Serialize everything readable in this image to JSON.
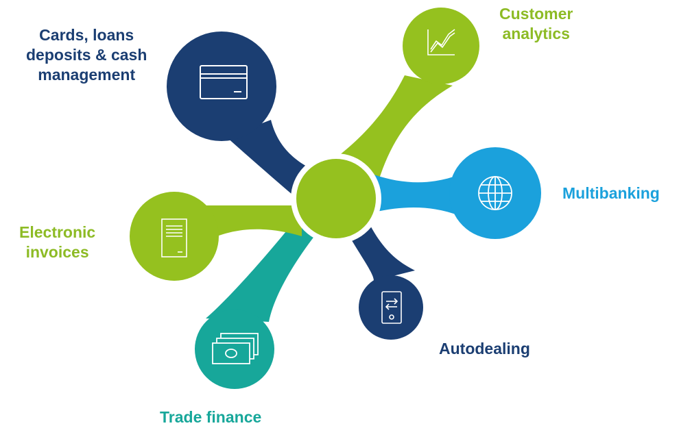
{
  "colors": {
    "navy": "#1b3e72",
    "green": "#95c11f",
    "blue": "#1ba1dc",
    "teal": "#17a79a",
    "hub": "#95c11f"
  },
  "petals": [
    {
      "id": "cards",
      "color": "navy",
      "icon": "credit-card-icon",
      "label_lines": [
        "Cards, loans",
        "deposits & cash",
        "management"
      ]
    },
    {
      "id": "analytics",
      "color": "green",
      "icon": "line-chart-icon",
      "label_lines": [
        "Customer",
        "analytics"
      ]
    },
    {
      "id": "multibanking",
      "color": "blue",
      "icon": "globe-icon",
      "label_lines": [
        "Multibanking"
      ]
    },
    {
      "id": "autodealing",
      "color": "navy",
      "icon": "exchange-terminal-icon",
      "label_lines": [
        "Autodealing"
      ]
    },
    {
      "id": "trade",
      "color": "teal",
      "icon": "banknotes-icon",
      "label_lines": [
        "Trade finance"
      ]
    },
    {
      "id": "invoices",
      "color": "green",
      "icon": "document-icon",
      "label_lines": [
        "Electronic",
        "invoices"
      ]
    }
  ]
}
